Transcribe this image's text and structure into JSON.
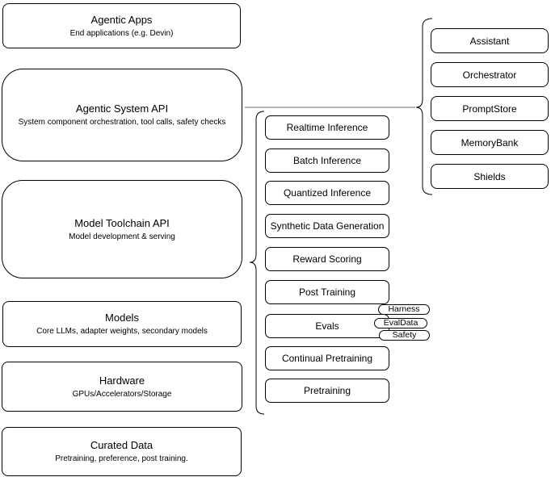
{
  "diagram": {
    "stack": [
      {
        "title": "Agentic Apps",
        "subtitle": "End applications (e.g. Devin)"
      },
      {
        "title": "Agentic System API",
        "subtitle": "System component orchestration, tool calls, safety checks"
      },
      {
        "title": "Model Toolchain API",
        "subtitle": "Model development & serving"
      },
      {
        "title": "Models",
        "subtitle": "Core LLMs, adapter weights, secondary models"
      },
      {
        "title": "Hardware",
        "subtitle": "GPUs/Accelerators/Storage"
      },
      {
        "title": "Curated Data",
        "subtitle": "Pretraining, preference, post training."
      }
    ],
    "toolchain_items": [
      "Realtime Inference",
      "Batch Inference",
      "Quantized Inference",
      "Synthetic Data Generation",
      "Reward Scoring",
      "Post Training",
      "Evals",
      "Continual Pretraining",
      "Pretraining"
    ],
    "eval_tags": [
      "Harness",
      "EvalData",
      "Safety"
    ],
    "system_components": [
      "Assistant",
      "Orchestrator",
      "PromptStore",
      "MemoryBank",
      "Shields"
    ],
    "colors": {
      "stroke": "#000000",
      "fill": "#ffffff",
      "connector": "#666666",
      "background": "#ffffff"
    }
  }
}
